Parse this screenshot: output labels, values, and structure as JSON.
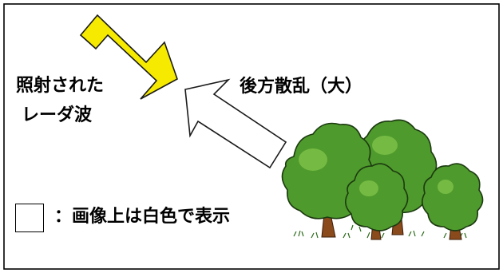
{
  "diagram": {
    "incident_label_line1": "照射された",
    "incident_label_line2": "レーダ波",
    "backscatter_label": "後方散乱（大）",
    "legend_text": "：画像上は白色で表示",
    "colors": {
      "incident_arrow_fill": "#f5ea00",
      "incident_arrow_stroke": "#1a1a1a",
      "backscatter_arrow_fill": "#ffffff",
      "backscatter_arrow_stroke": "#1a1a1a",
      "foliage": "#4e9a2c",
      "foliage_highlight": "#7cc048",
      "foliage_outline": "#1c3a10",
      "trunk": "#8a4a1c",
      "frame": "#000000"
    },
    "icons": [
      "incident-arrow-icon",
      "backscatter-arrow-icon",
      "tree-cluster-icon",
      "legend-box"
    ]
  }
}
